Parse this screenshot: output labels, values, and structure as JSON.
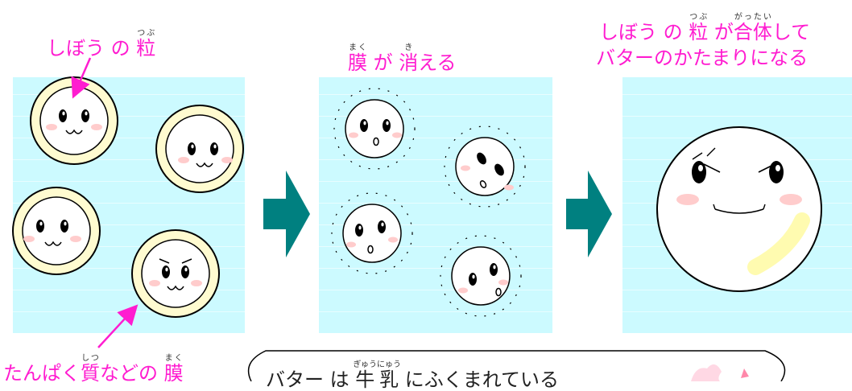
{
  "labels": {
    "fat_grain": {
      "a": "しぼう の ",
      "kanji": "粒",
      "ruby": "つぶ"
    },
    "membrane_gone": {
      "kanji": "膜",
      "ruby": "まく",
      "mid": " が ",
      "kanji2": "消",
      "ruby2": "き",
      "tail": "える"
    },
    "combine_line1": {
      "a": "しぼう の ",
      "kanji": "粒",
      "ruby": "つぶ",
      "mid": " が",
      "kanji2": "合体",
      "ruby2": "がったい",
      "tail": "して"
    },
    "combine_line2": "バターのかたまりになる",
    "protein_membrane": {
      "a": "たんぱく",
      "kanji": "質",
      "ruby": "しつ",
      "mid": "などの ",
      "kanji2": "膜",
      "ruby2": "まく"
    }
  },
  "speech": {
    "a": "バター は ",
    "kanji": "牛乳",
    "ruby": "ぎゅうにゅう",
    "tail": " にふくまれている"
  },
  "colors": {
    "accent_pink": "#ff1cd0",
    "water": "#ccfaff",
    "membrane": "#fffbd0",
    "arrow": "#008080",
    "blush": "#ffcccc"
  },
  "icons": [
    "arrow-right-icon",
    "droplet-face-icon"
  ]
}
